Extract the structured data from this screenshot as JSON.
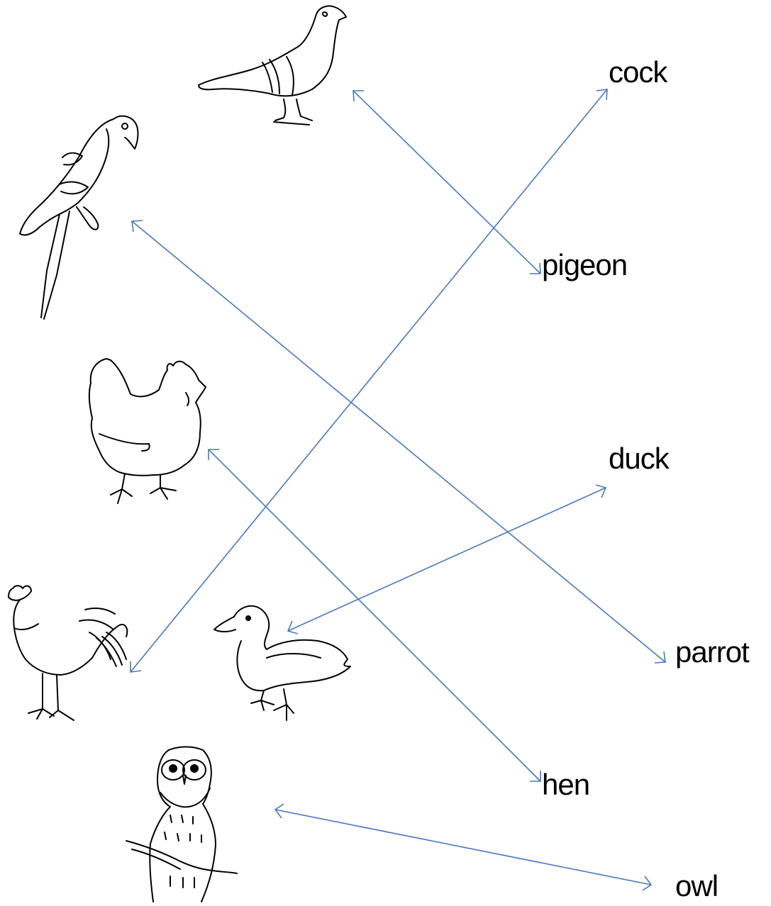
{
  "words": {
    "cock": "cock",
    "pigeon": "pigeon",
    "duck": "duck",
    "parrot": "parrot",
    "hen": "hen",
    "owl": "owl"
  },
  "pictures": [
    "pigeon-drawing",
    "parrot-drawing",
    "hen-drawing",
    "rooster-drawing",
    "duck-drawing",
    "owl-drawing"
  ],
  "matches": [
    {
      "picture": "pigeon-drawing",
      "word": "pigeon"
    },
    {
      "picture": "parrot-drawing",
      "word": "parrot"
    },
    {
      "picture": "hen-drawing",
      "word": "hen"
    },
    {
      "picture": "rooster-drawing",
      "word": "cock"
    },
    {
      "picture": "duck-drawing",
      "word": "duck"
    },
    {
      "picture": "owl-drawing",
      "word": "owl"
    }
  ],
  "colors": {
    "connector": "#4a78be",
    "ink": "#000000",
    "background": "#ffffff"
  }
}
